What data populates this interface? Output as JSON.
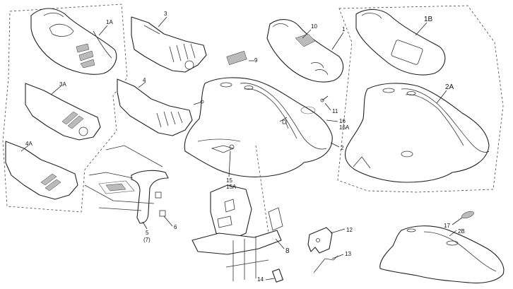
{
  "callouts": {
    "c1A": "1A",
    "c3": "3",
    "c9": "9",
    "c10": "10",
    "c1": "1",
    "c1B": "1B",
    "c3A": "3A",
    "c4": "4",
    "c11": "11",
    "c16": "16",
    "c16A": "16A",
    "c2A": "2A",
    "c4A": "4A",
    "c2": "2",
    "c15": "15",
    "c15A": "15A",
    "c5": "5",
    "c7": "(7)",
    "c6": "6",
    "c8": "8",
    "c12": "12",
    "c13": "13",
    "c17": "17",
    "c2B": "2B",
    "c14": "14"
  }
}
